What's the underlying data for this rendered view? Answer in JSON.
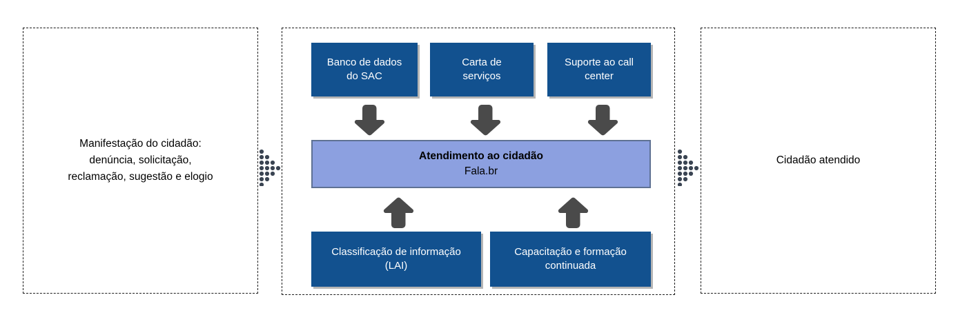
{
  "diagram": {
    "title": "Atendimento ao cidadão Fala.br",
    "colors": {
      "box_blue": "#12518F",
      "center_blue": "#8CA0E0",
      "center_border": "#5E7193",
      "arrow_gray": "#4A4A4A",
      "dot_gray": "#3A4452",
      "panel_border": "#1A1A1A",
      "box_text": "#FFFFFF",
      "panel_text": "#000000"
    },
    "panels": {
      "left": {
        "name": "input-panel",
        "text": "Manifestação do cidadão:\ndenúncia, solicitação,\nreclamação, sugestão e elogio"
      },
      "middle": {
        "name": "process-panel",
        "center": {
          "line1": "Atendimento ao cidadão",
          "line2": "Fala.br"
        },
        "top_boxes": [
          {
            "id": "banco-de-dados-do-sac",
            "label": "Banco de dados\ndo SAC"
          },
          {
            "id": "carta-de-servicos",
            "label": "Carta de\nserviços"
          },
          {
            "id": "suporte-ao-call-center",
            "label": "Suporte ao call\ncenter"
          }
        ],
        "bottom_boxes": [
          {
            "id": "classificacao-de-informacao-lai",
            "label": "Classificação de informação\n(LAI)"
          },
          {
            "id": "capacitacao-e-formacao-continuada",
            "label": "Capacitação e formação\ncontinuada"
          }
        ]
      },
      "right": {
        "name": "output-panel",
        "text": "Cidadão atendido"
      }
    },
    "connectors": {
      "down_arrows": 3,
      "up_arrows": 2,
      "dotted_arrows": 2,
      "dot_rows": [
        1,
        2,
        3,
        4,
        3,
        2,
        1
      ]
    }
  }
}
